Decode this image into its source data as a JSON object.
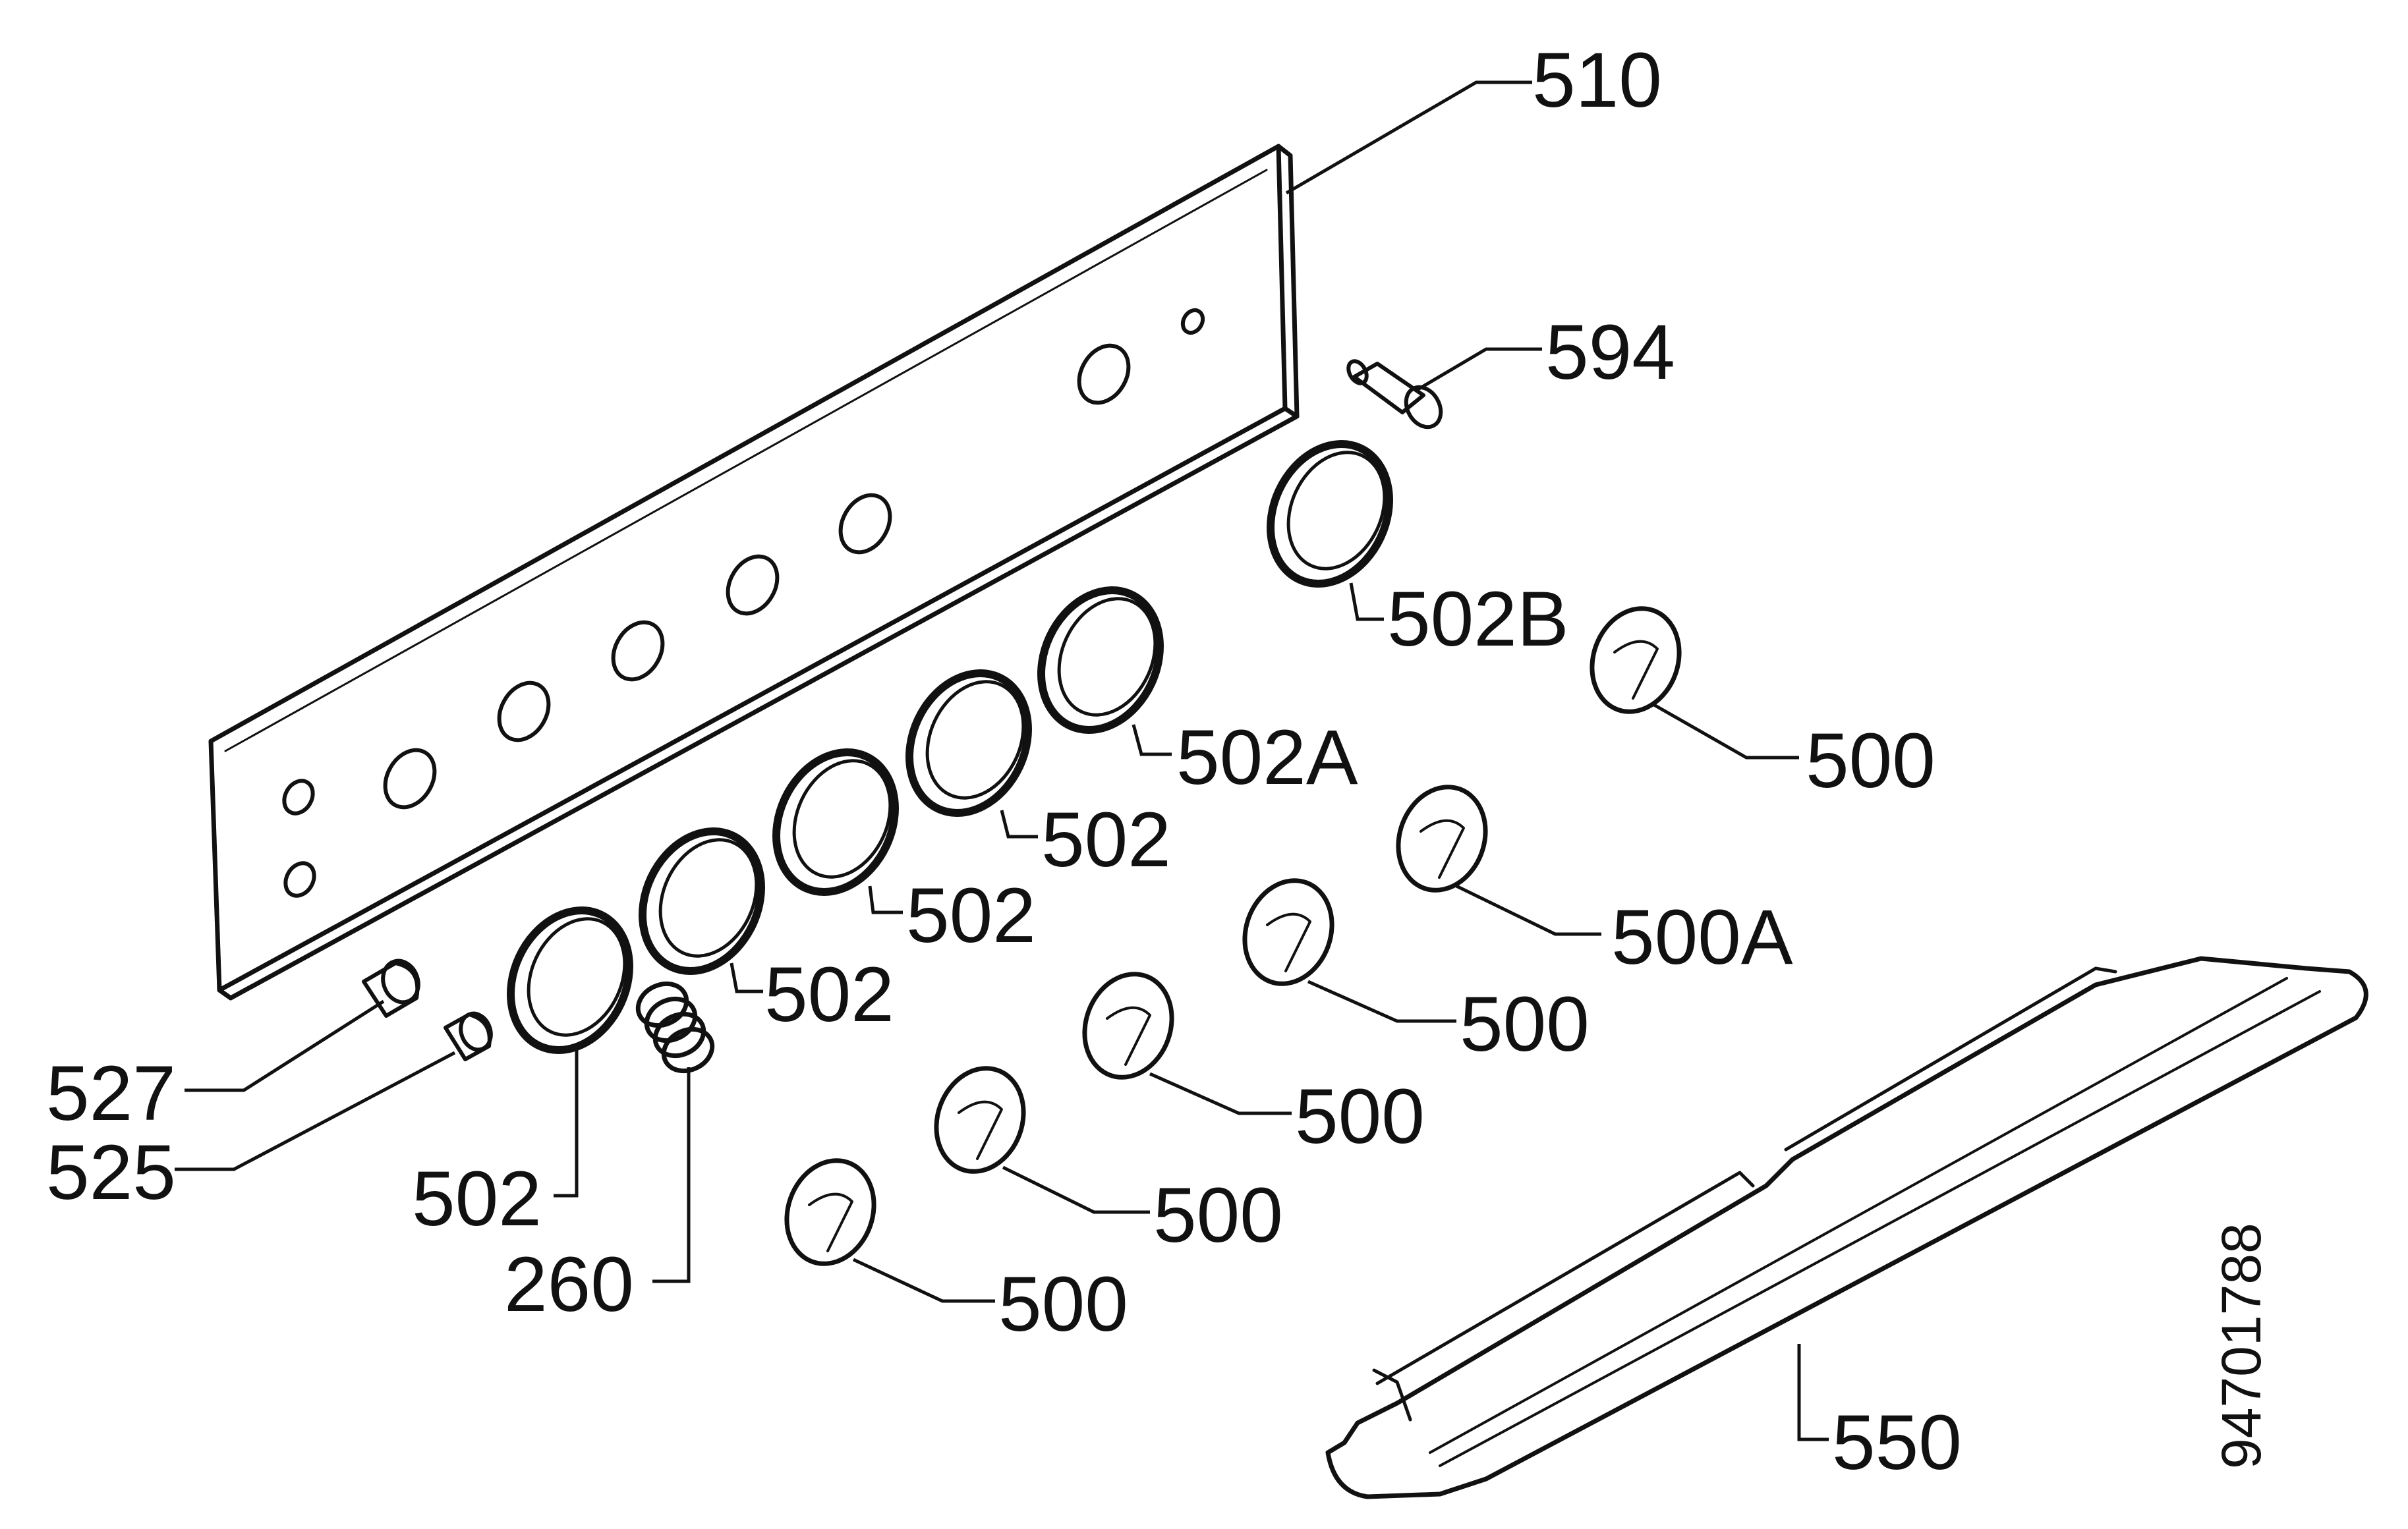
{
  "labels": {
    "p510": "510",
    "p594": "594",
    "p502B": "502B",
    "p500_top": "500",
    "p502A": "502A",
    "p502_1": "502",
    "p502_2": "502",
    "p502_3": "502",
    "p500A": "500A",
    "p500_2": "500",
    "p500_3": "500",
    "p500_4": "500",
    "p500_5": "500",
    "p527": "527",
    "p525": "525",
    "p502_left": "502",
    "p260": "260",
    "p550": "550",
    "drawing_number": "94701788"
  }
}
